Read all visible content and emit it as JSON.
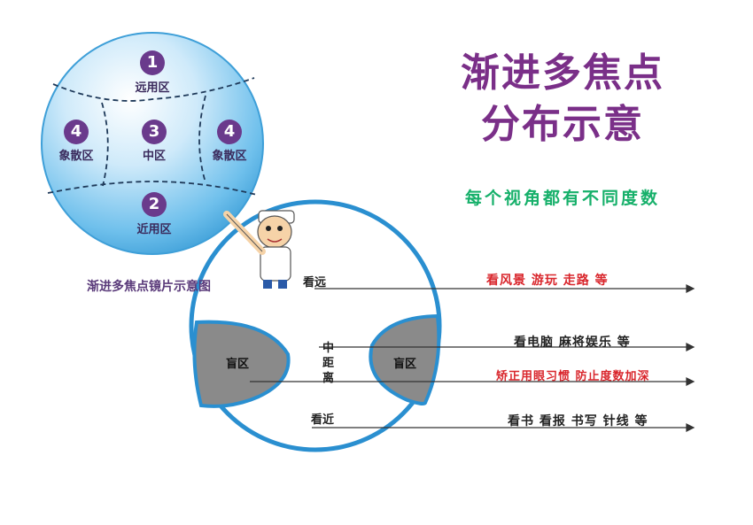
{
  "title_line1": "渐进多焦点",
  "title_line2": "分布示意",
  "subtitle": "每个视角都有不同度数",
  "lens_caption": "渐进多焦点镜片示意图",
  "zones": {
    "far": {
      "num": "1",
      "label": "远用区"
    },
    "near": {
      "num": "2",
      "label": "近用区"
    },
    "mid": {
      "num": "3",
      "label": "中区"
    },
    "left": {
      "num": "4",
      "label": "象散区"
    },
    "right": {
      "num": "4",
      "label": "象散区"
    }
  },
  "distances": {
    "far": "看远",
    "mid_1": "中",
    "mid_2": "距",
    "mid_3": "离",
    "near": "看近"
  },
  "blind_left": "盲区",
  "blind_right": "盲区",
  "uses": {
    "far": "看风景  游玩  走路  等",
    "mid": "看电脑  麻将娱乐  等",
    "correct": "矫正用眼习惯  防止度数加深",
    "near": "看书  看报  书写  针线  等"
  },
  "colors": {
    "title": "#7a2f88",
    "subtitle": "#16b06a",
    "accent_red": "#d9262c",
    "lens_blue": "#2a8fd0"
  }
}
